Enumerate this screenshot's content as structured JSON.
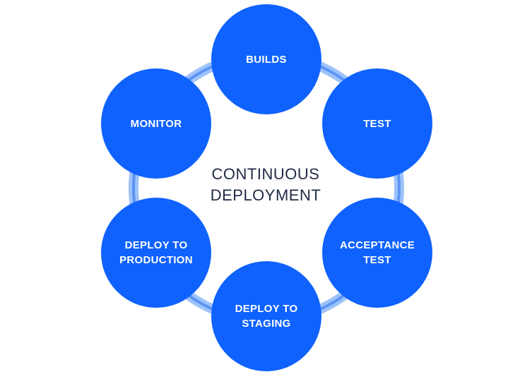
{
  "diagram": {
    "center_title": {
      "line1": "CONTINUOUS",
      "line2": "DEPLOYMENT"
    },
    "nodes": [
      {
        "id": "builds",
        "label": "BUILDS"
      },
      {
        "id": "test",
        "label": "TEST"
      },
      {
        "id": "acceptance-test",
        "label": "ACCEPTANCE\nTEST"
      },
      {
        "id": "deploy-to-staging",
        "label": "DEPLOY TO\nSTAGING"
      },
      {
        "id": "deploy-to-production",
        "label": "DEPLOY TO\nPRODUCTION"
      },
      {
        "id": "monitor",
        "label": "MONITOR"
      }
    ]
  },
  "colors": {
    "node_fill": "#0f62fe",
    "ring_outer": "#9ec3fb",
    "ring_inner": "#5b94f5",
    "center_text": "#1f2a44",
    "background": "#ffffff"
  }
}
